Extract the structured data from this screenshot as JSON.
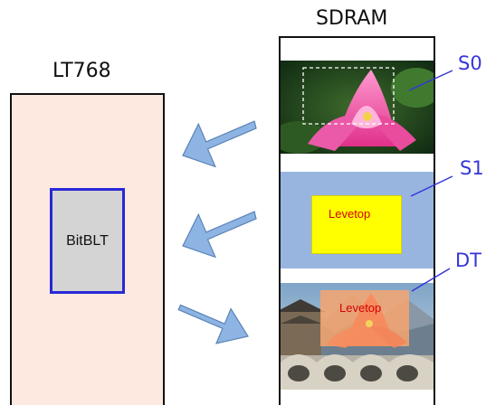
{
  "lt768": {
    "title": "LT768",
    "block_label": "BitBLT"
  },
  "sdram": {
    "title": "SDRAM",
    "regions": [
      {
        "id": "s0",
        "label": "S0"
      },
      {
        "id": "s1",
        "label": "S1",
        "text": "Levetop"
      },
      {
        "id": "dt",
        "label": "DT",
        "text": "Levetop"
      }
    ]
  },
  "colors": {
    "label_blue": "#3535d8",
    "arrow_fill": "#8eb4e3",
    "arrow_stroke": "#5a84b8",
    "lt_background": "#fde9e0",
    "bitblt_fill": "#d4d4d4",
    "bitblt_border": "#2929d6",
    "s1_background": "#98b5e0",
    "highlight_yellow": "#ffff00",
    "text_red": "#d40000"
  },
  "arrows": [
    {
      "id": "s0-to-lt768",
      "direction": "left"
    },
    {
      "id": "s1-to-lt768",
      "direction": "left"
    },
    {
      "id": "lt768-to-dt",
      "direction": "right"
    }
  ]
}
